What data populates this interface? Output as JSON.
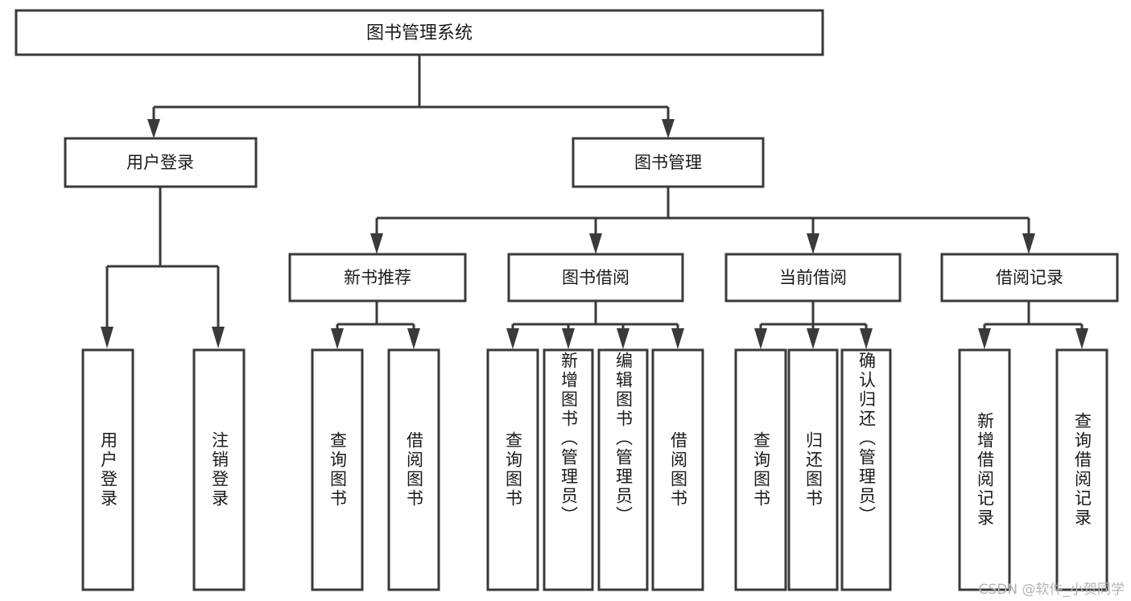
{
  "diagram": {
    "type": "tree",
    "title": "图书管理系统",
    "orientation": "top-down",
    "colors": {
      "background": "#ffffff",
      "box_stroke": "#3a3a3a",
      "box_fill": "#ffffff",
      "text": "#1a1a1a",
      "watermark": "#b4b4b4"
    },
    "root": {
      "label": "图书管理系统",
      "orientation": "horizontal"
    },
    "level2": [
      {
        "label": "用户登录",
        "orientation": "horizontal"
      },
      {
        "label": "图书管理",
        "orientation": "horizontal"
      }
    ],
    "level3": [
      {
        "label": "新书推荐",
        "orientation": "horizontal",
        "parent": "图书管理"
      },
      {
        "label": "图书借阅",
        "orientation": "horizontal",
        "parent": "图书管理"
      },
      {
        "label": "当前借阅",
        "orientation": "horizontal",
        "parent": "图书管理"
      },
      {
        "label": "借阅记录",
        "orientation": "horizontal",
        "parent": "图书管理"
      }
    ],
    "leaves": {
      "user_login": [
        {
          "label": "用户登录",
          "orientation": "vertical"
        },
        {
          "label": "注销登录",
          "orientation": "vertical"
        }
      ],
      "new_book_recommend": [
        {
          "label": "查询图书",
          "orientation": "vertical"
        },
        {
          "label": "借阅图书",
          "orientation": "vertical"
        }
      ],
      "book_borrow": [
        {
          "label": "查询图书",
          "orientation": "vertical"
        },
        {
          "label": "新增图书（管理员）",
          "orientation": "vertical"
        },
        {
          "label": "编辑图书（管理员）",
          "orientation": "vertical"
        },
        {
          "label": "借阅图书",
          "orientation": "vertical"
        }
      ],
      "current_borrow": [
        {
          "label": "查询图书",
          "orientation": "vertical"
        },
        {
          "label": "归还图书",
          "orientation": "vertical"
        },
        {
          "label": "确认归还（管理员）",
          "orientation": "vertical"
        }
      ],
      "borrow_record": [
        {
          "label": "新增借阅记录",
          "orientation": "vertical"
        },
        {
          "label": "查询借阅记录",
          "orientation": "vertical"
        }
      ]
    }
  },
  "watermark": {
    "text": "CSDN @软件_小贺同学"
  }
}
